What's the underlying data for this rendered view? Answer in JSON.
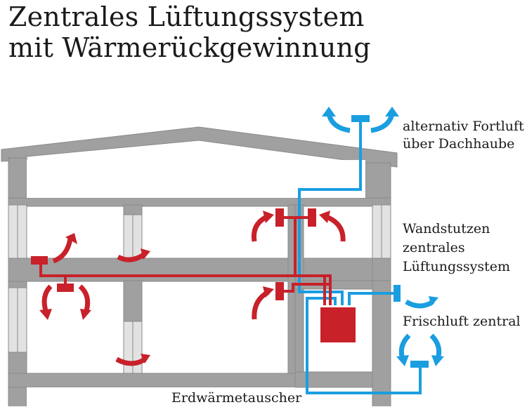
{
  "title": {
    "line1": "Zentrales Lüftungssystem",
    "line2": "mit Wärmerückgewinnung"
  },
  "labels": {
    "roof_exhaust_line1": "alternativ Fortluft",
    "roof_exhaust_line2": "über Dachhaube",
    "wall_outlet_line1": "Wandstutzen",
    "wall_outlet_line2": "zentrales",
    "wall_outlet_line3": "Lüftungssystem",
    "fresh_air": "Frischluft zentral",
    "ground_exchanger": "Erdwärmetauscher"
  },
  "colors": {
    "wall": "#a0a0a0",
    "wall_edge": "#8a8a8a",
    "window": "#e2e2e2",
    "warm_air": "#c8212a",
    "fresh_air": "#1a9ee0"
  }
}
